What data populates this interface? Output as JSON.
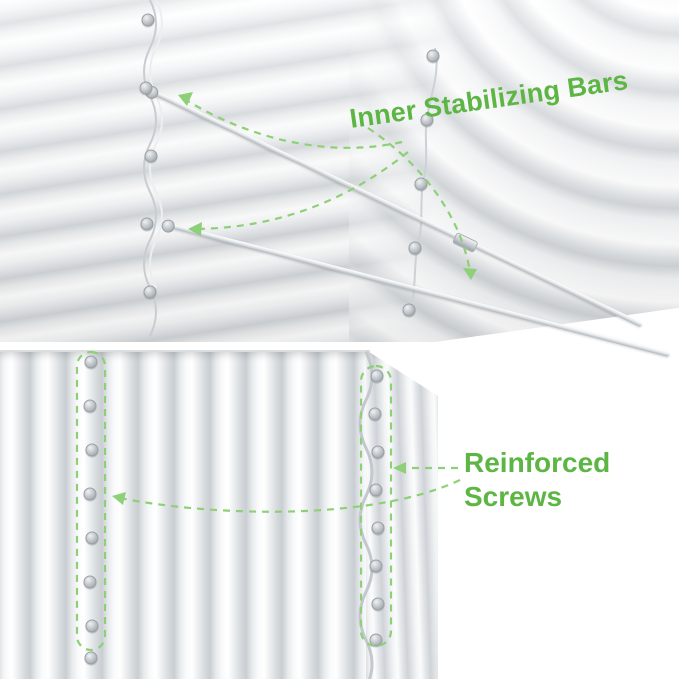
{
  "annotations": {
    "bars_label": "Inner Stabilizing Bars",
    "screws_label": "Reinforced Screws",
    "accent_green": "#5db544",
    "dashed_green": "#8ed077"
  },
  "scene": {
    "subject": "corrugated metal raised garden bed",
    "metal_light": "#f7f8f9",
    "metal_mid": "#dfe3e6",
    "metal_shadow": "#c9ced2"
  }
}
